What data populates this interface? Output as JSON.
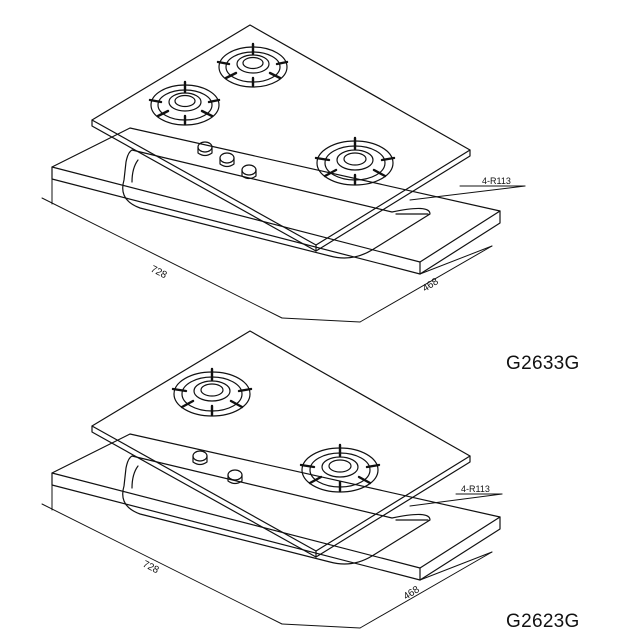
{
  "drawings": [
    {
      "model": "G2633G",
      "burners": 3,
      "knobs": 3,
      "dim_width": "728",
      "dim_depth": "468",
      "corner_note": "4-R113"
    },
    {
      "model": "G2623G",
      "burners": 2,
      "knobs": 2,
      "dim_width": "728",
      "dim_depth": "468",
      "corner_note": "4-R113"
    }
  ],
  "colors": {
    "line": "#111111",
    "background": "#ffffff"
  }
}
